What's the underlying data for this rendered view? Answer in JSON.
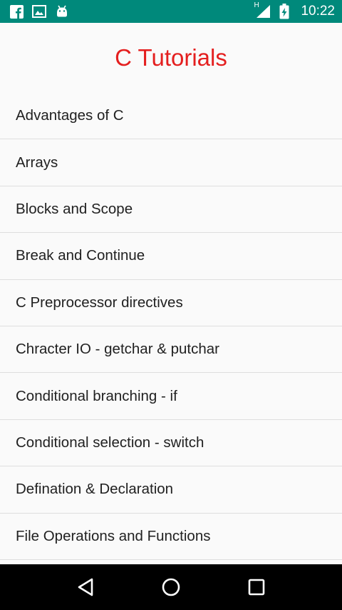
{
  "colors": {
    "status_bar": "#00897b",
    "accent": "#e41f1f"
  },
  "status_bar": {
    "left_icons": [
      "facebook-icon",
      "image-icon",
      "android-icon"
    ],
    "network_label": "H",
    "time": "10:22"
  },
  "header": {
    "title": "C Tutorials"
  },
  "list": {
    "items": [
      {
        "label": "Advantages of C"
      },
      {
        "label": "Arrays"
      },
      {
        "label": "Blocks and Scope"
      },
      {
        "label": "Break and Continue"
      },
      {
        "label": "C Preprocessor directives"
      },
      {
        "label": "Chracter IO - getchar & putchar"
      },
      {
        "label": "Conditional branching - if"
      },
      {
        "label": "Conditional selection - switch"
      },
      {
        "label": "Defination & Declaration"
      },
      {
        "label": "File Operations and Functions"
      }
    ]
  },
  "nav_bar": {
    "buttons": [
      "back-icon",
      "home-icon",
      "recents-icon"
    ]
  }
}
